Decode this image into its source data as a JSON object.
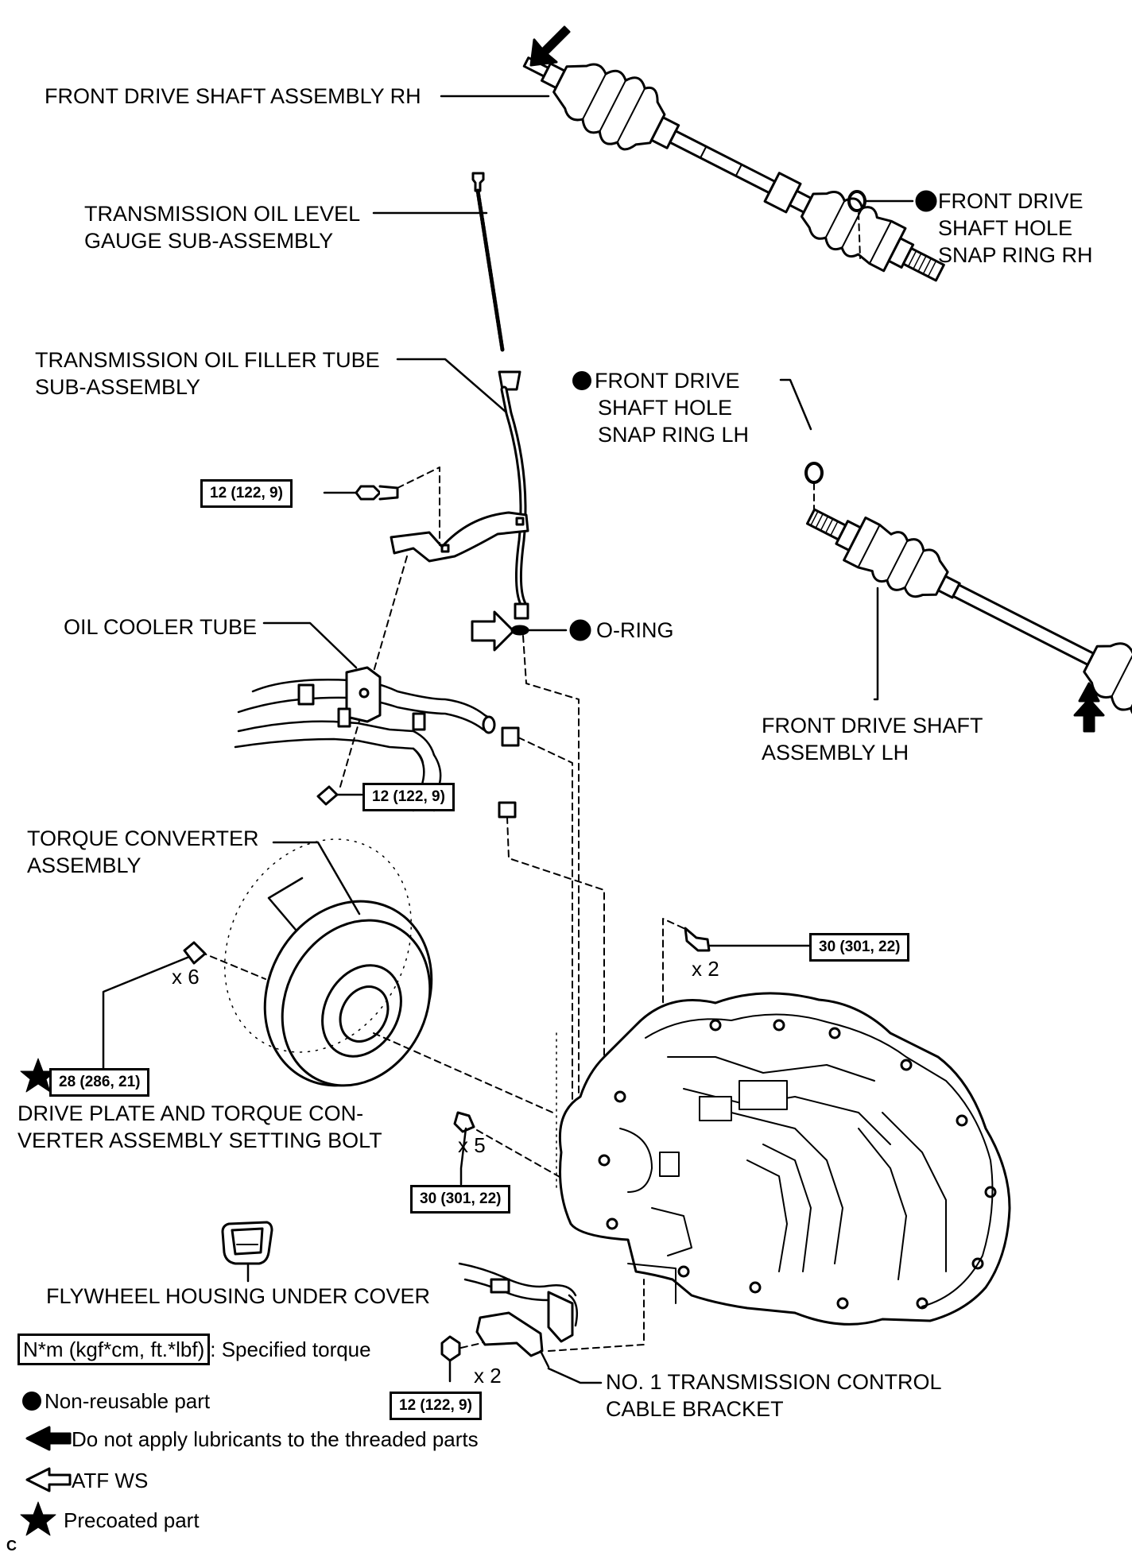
{
  "labels": {
    "drive_shaft_rh": "FRONT DRIVE SHAFT ASSEMBLY RH",
    "snap_ring_rh": [
      "FRONT DRIVE",
      "SHAFT HOLE",
      "SNAP RING RH"
    ],
    "oil_level_gauge": [
      "TRANSMISSION OIL LEVEL",
      "GAUGE SUB-ASSEMBLY"
    ],
    "oil_filler_tube": [
      "TRANSMISSION OIL FILLER TUBE",
      "SUB-ASSEMBLY"
    ],
    "snap_ring_lh": [
      "FRONT DRIVE",
      "SHAFT HOLE",
      "SNAP RING LH"
    ],
    "oil_cooler_tube": "OIL COOLER TUBE",
    "o_ring": "O-RING",
    "drive_shaft_lh": [
      "FRONT DRIVE SHAFT",
      "ASSEMBLY LH"
    ],
    "torque_converter": [
      "TORQUE CONVERTER",
      "ASSEMBLY"
    ],
    "setting_bolt": [
      "DRIVE PLATE AND TORQUE CON-",
      "VERTER ASSEMBLY SETTING BOLT"
    ],
    "flywheel_cover": "FLYWHEEL HOUSING UNDER COVER",
    "control_cable_bracket": [
      "NO. 1 TRANSMISSION CONTROL",
      "CABLE BRACKET"
    ]
  },
  "torques": {
    "filler_tube_bolt": "12 (122, 9)",
    "cooler_tube_bolt": "12 (122, 9)",
    "trans_bolt_upper": "30 (301, 22)",
    "setting_bolt": "28 (286, 21)",
    "trans_bolt_side": "30 (301, 22)",
    "bracket_bolt": "12 (122, 9)"
  },
  "multipliers": {
    "setting_bolt": "x 6",
    "trans_bolt_upper": "x 2",
    "trans_bolt_side": "x 5",
    "bracket_bolt": "x 2"
  },
  "legend": {
    "torque_box": "N*m (kgf*cm, ft.*lbf)",
    "torque_text": ": Specified torque",
    "non_reusable": "Non-reusable part",
    "no_lubricant": "Do not apply lubricants to the threaded parts",
    "atf": "ATF WS",
    "precoated": "Precoated part"
  },
  "corner_code": "C"
}
